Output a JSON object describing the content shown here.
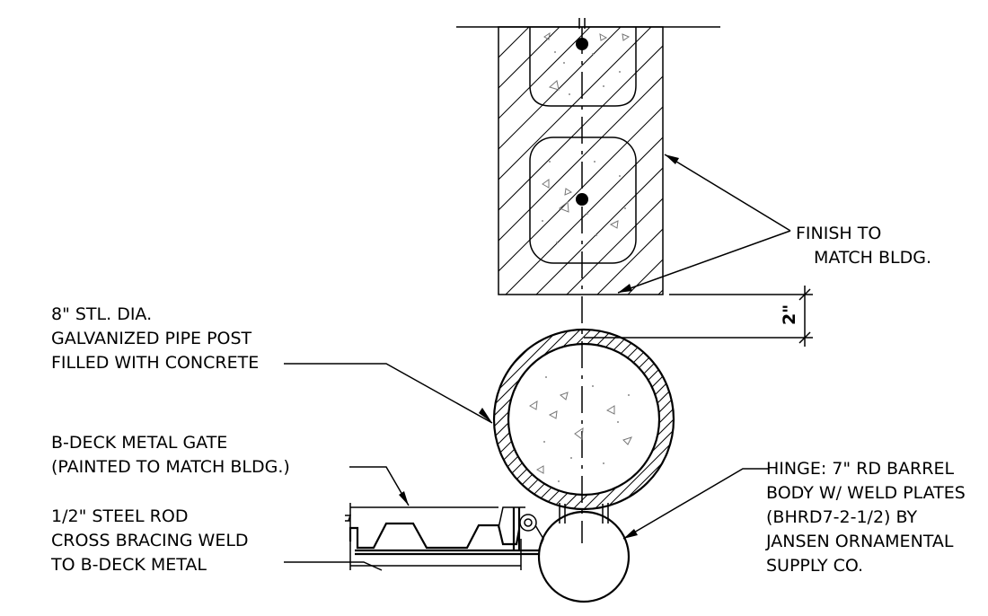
{
  "labels": {
    "finish_line1": "FINISH TO",
    "finish_line2": "MATCH BLDG.",
    "post_line1": "8\" STL. DIA.",
    "post_line2": "GALVANIZED PIPE POST",
    "post_line3": "FILLED WITH CONCRETE",
    "gate_line1": "B-DECK METAL GATE",
    "gate_line2": "(PAINTED TO MATCH BLDG.)",
    "rod_line1": "1/2\" STEEL ROD",
    "rod_line2": "CROSS BRACING WELD",
    "rod_line3": "TO B-DECK METAL",
    "hinge_line1": "HINGE: 7\" RD BARREL",
    "hinge_line2": "BODY W/ WELD PLATES",
    "hinge_line3": "(BHRD7-2-1/2) BY",
    "hinge_line4": "JANSEN ORNAMENTAL",
    "hinge_line5": "SUPPLY CO.",
    "dimension": "2\""
  }
}
